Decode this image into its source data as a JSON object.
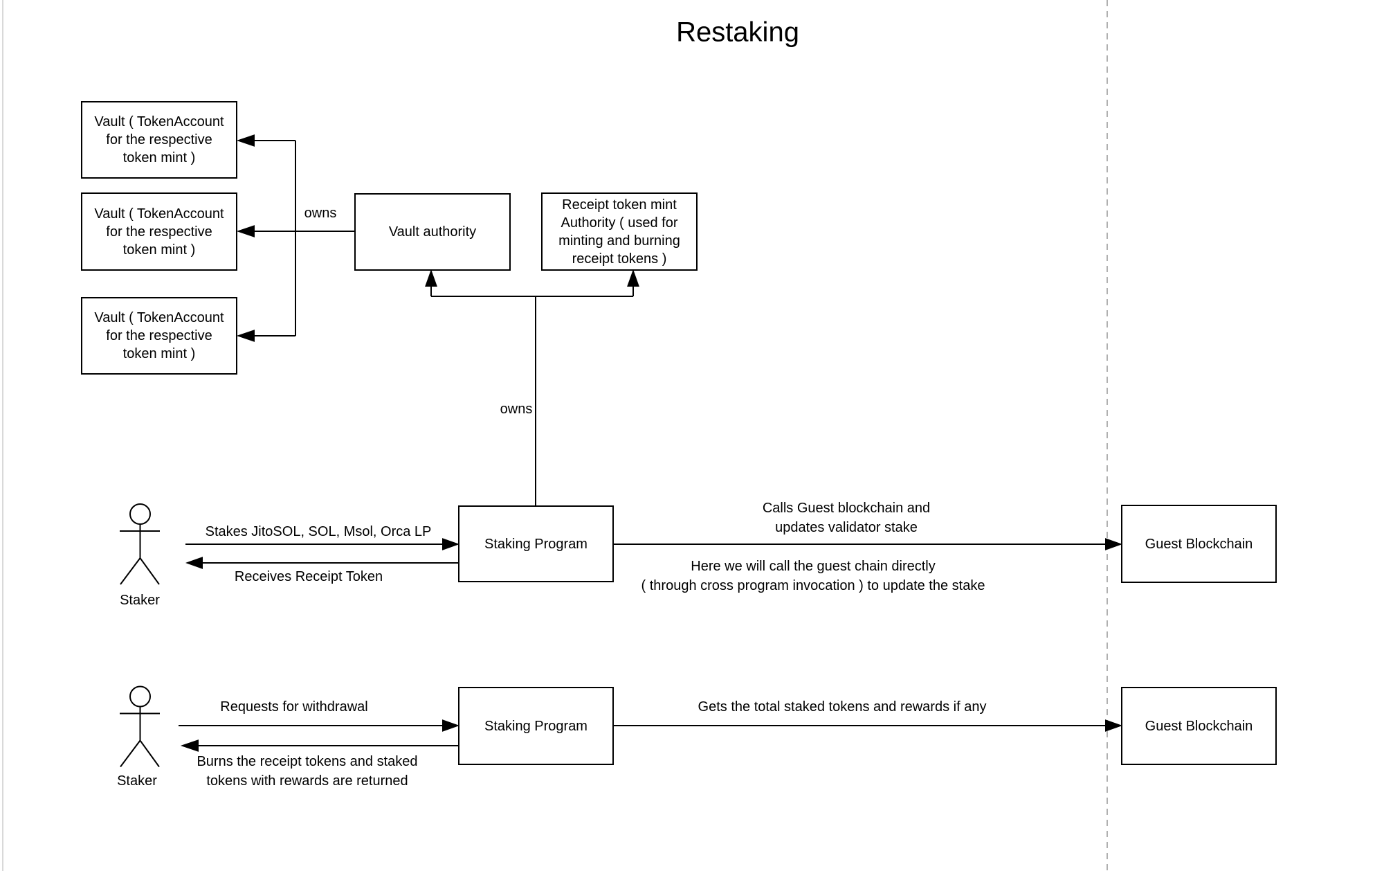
{
  "title": "Restaking",
  "colors": {
    "stroke": "#000000",
    "page_divider": "#b0b0b0",
    "left_border": "#d9d9d9",
    "background": "#ffffff"
  },
  "nodes": {
    "vault1": {
      "lines": [
        "Vault ( TokenAccount",
        "for the respective",
        "token mint )"
      ]
    },
    "vault2": {
      "lines": [
        "Vault ( TokenAccount",
        "for the respective",
        "token mint )"
      ]
    },
    "vault3": {
      "lines": [
        "Vault ( TokenAccount",
        "for the respective",
        "token mint )"
      ]
    },
    "vault_authority": {
      "label": "Vault authority"
    },
    "receipt_mint_authority": {
      "lines": [
        "Receipt token mint",
        "Authority ( used for",
        "minting and burning",
        "receipt tokens )"
      ]
    },
    "staking_program_1": {
      "label": "Staking Program"
    },
    "guest_blockchain_1": {
      "label": "Guest Blockchain"
    },
    "staking_program_2": {
      "label": "Staking Program"
    },
    "guest_blockchain_2": {
      "label": "Guest Blockchain"
    },
    "staker_1": {
      "label": "Staker"
    },
    "staker_2": {
      "label": "Staker"
    }
  },
  "edges": {
    "owns_vaults": "owns",
    "owns_authorities": "owns",
    "stakes": "Stakes JitoSOL, SOL, Msol, Orca LP",
    "receives": "Receives Receipt Token",
    "calls": {
      "lines": [
        "Calls Guest blockchain and",
        "updates validator stake"
      ]
    },
    "cpi_note": {
      "lines": [
        "Here we will call the guest chain directly",
        "( through cross program invocation ) to update the stake"
      ]
    },
    "requests": "Requests for withdrawal",
    "burns": {
      "lines": [
        "Burns the receipt tokens and staked",
        "tokens with rewards are returned"
      ]
    },
    "gets": "Gets the total staked tokens and rewards if any"
  }
}
